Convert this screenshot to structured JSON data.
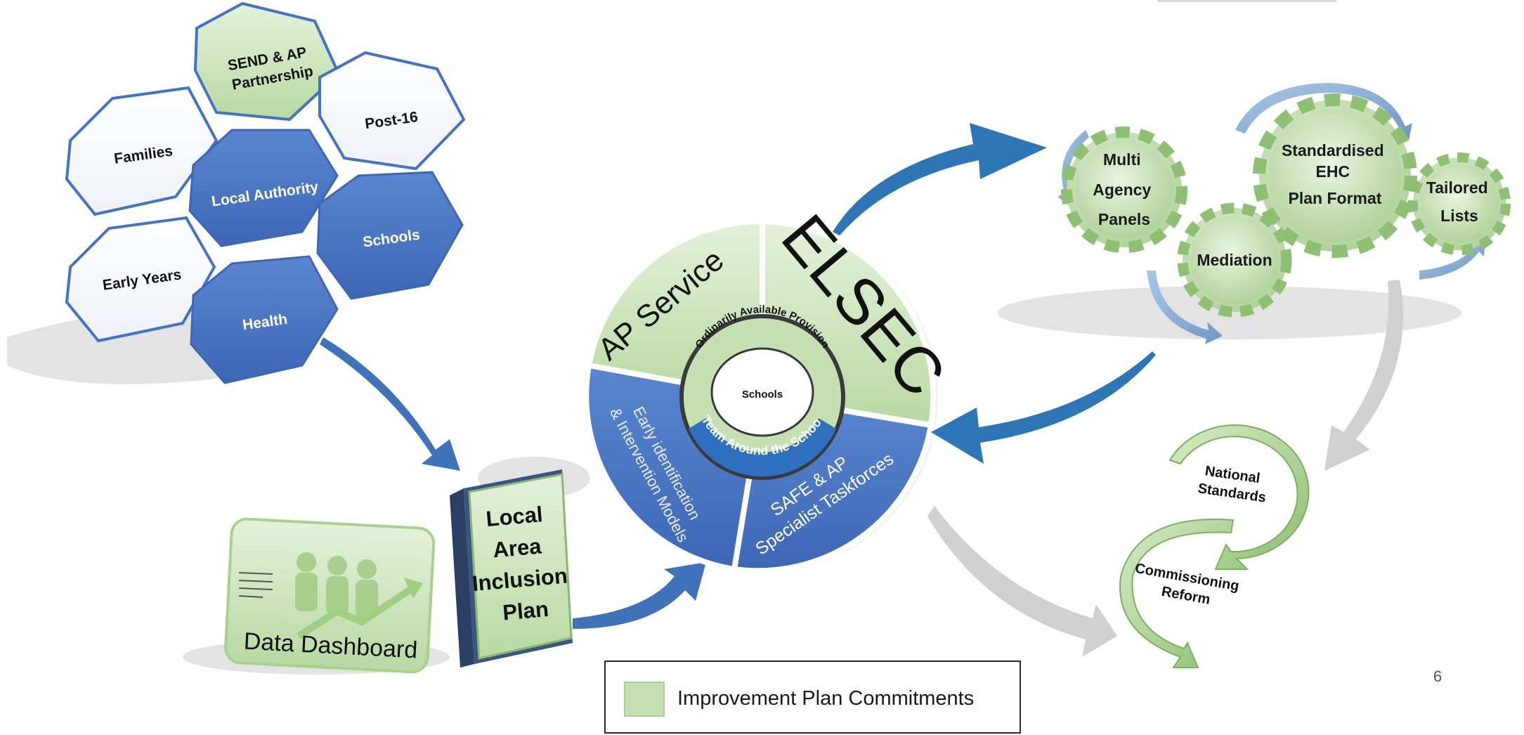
{
  "stakeholders": {
    "send_ap_partnership": [
      "SEND & AP",
      "Partnership"
    ],
    "post16": "Post-16",
    "families": "Families",
    "local_authority": "Local Authority",
    "schools": "Schools",
    "early_years": "Early Years",
    "health": "Health"
  },
  "inclusion_plan": [
    "Local",
    "Area",
    "Inclusion",
    "Plan"
  ],
  "data_dashboard": "Data Dashboard",
  "model": {
    "ap_service": "AP Service",
    "elsec": "ELSEC",
    "early_identification": [
      "Early identification",
      "& Intervention Models"
    ],
    "safe_ap": [
      "SAFE & AP",
      "Specialist Taskforces"
    ],
    "ordinarily_available": "Ordinarily Available Provision",
    "team_around_school": "Team Around the School",
    "schools_core": "Schools"
  },
  "gears": {
    "multi_agency": [
      "Multi",
      "Agency",
      "Panels"
    ],
    "mediation": "Mediation",
    "ehc_format": [
      "Standardised",
      "EHC",
      "Plan Format"
    ],
    "tailored_lists": [
      "Tailored",
      "Lists"
    ]
  },
  "reforms": {
    "national_standards": [
      "National",
      "Standards"
    ],
    "commissioning": [
      "Commissioning",
      "Reform"
    ]
  },
  "legend": {
    "label": "Improvement Plan Commitments"
  },
  "page_number": "6",
  "colors": {
    "green_fill": "#c6e0b4",
    "blue_fill": "#4472c4",
    "arrow_blue": "#2e75b6",
    "arrow_grey": "#cfcfcf"
  }
}
